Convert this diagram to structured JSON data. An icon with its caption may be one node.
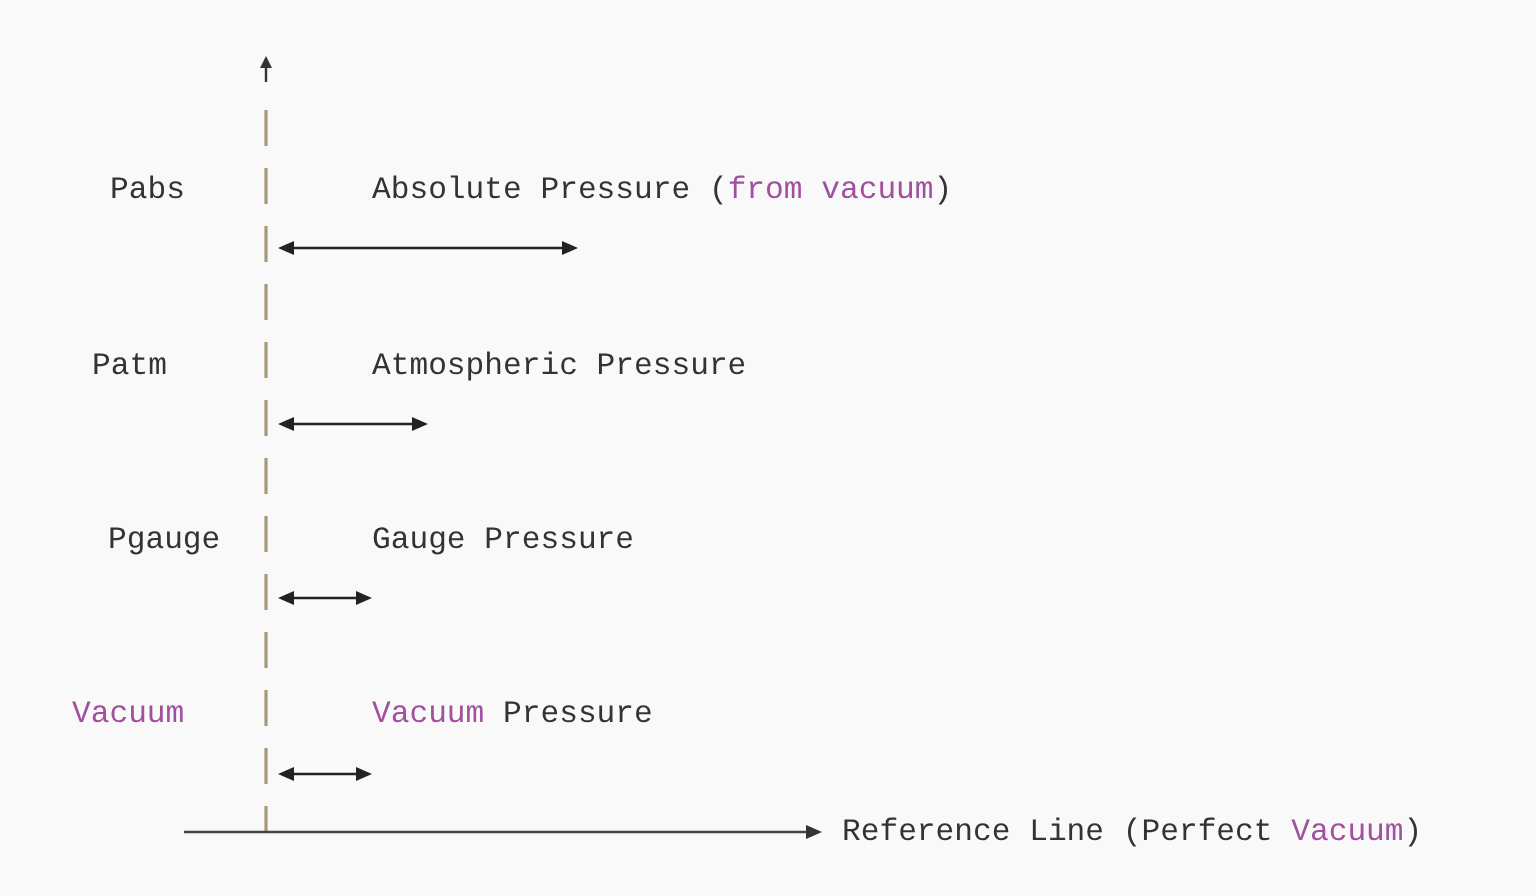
{
  "diagram": {
    "labels": [
      "Pabs",
      "Absolute Pressure (from vacuum)",
      "Patm",
      "Atmospheric Pressure",
      "Pgauge",
      "Gauge Pressure",
      "Vacuum",
      "Vacuum Pressure",
      "Reference Line (Perfect Vacuum)"
    ]
  }
}
